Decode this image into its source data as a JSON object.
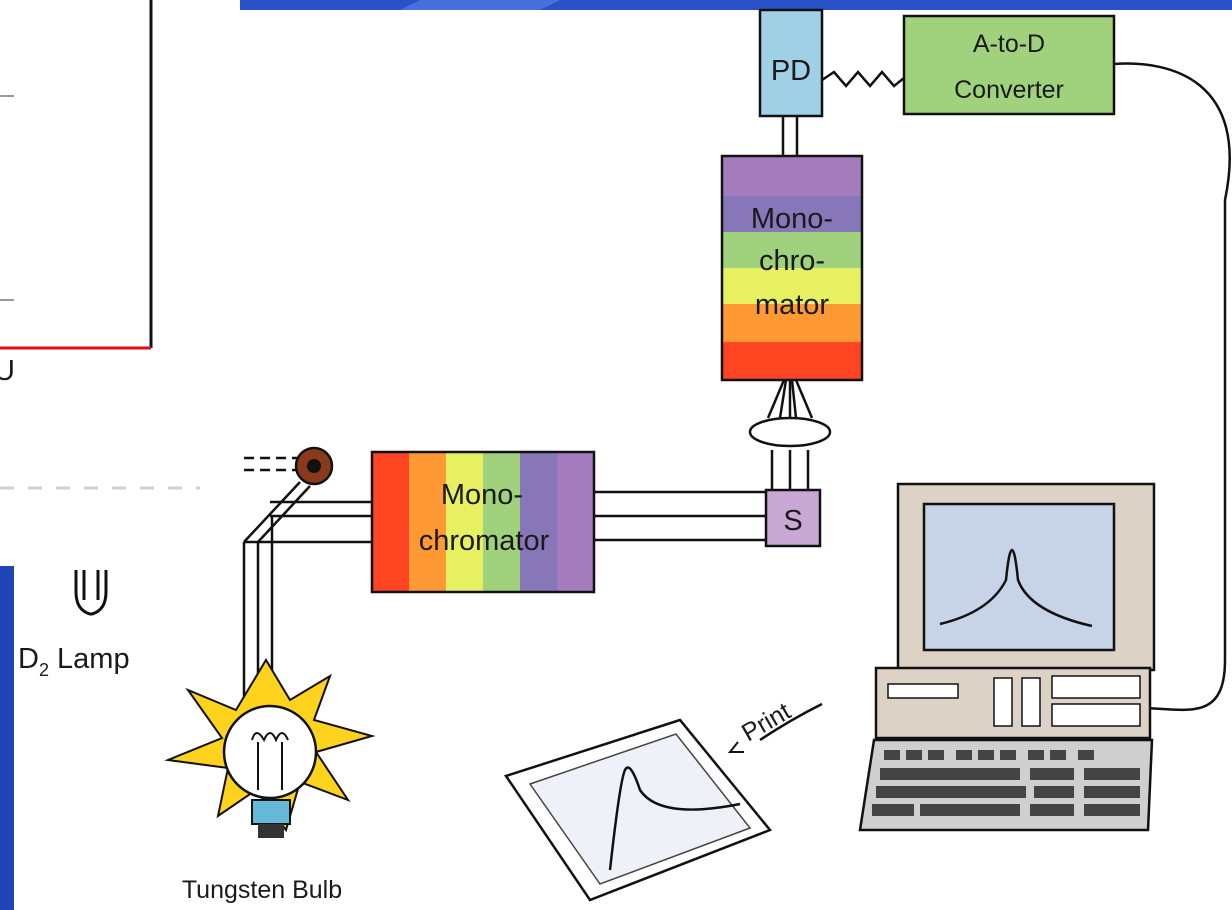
{
  "labels": {
    "pd": "PD",
    "adc_line1": "A-to-D",
    "adc_line2": "Converter",
    "mono_v_line1": "Mono-",
    "mono_v_line2": "chro-",
    "mono_v_line3": "mator",
    "mono_h_line1": "Mono-",
    "mono_h_line2": "chromator",
    "sample": "S",
    "d2_prefix": "D",
    "d2_sub": "2",
    "d2_suffix": " Lamp",
    "tungsten": "Tungsten Bulb",
    "print": "Print",
    "left_axis_fragment": "U"
  },
  "colors": {
    "pd_box": "#9fd0e6",
    "adc_box": "#a0d27e",
    "sample_box": "#c9a8d6",
    "monochromator_bands": [
      "#ff4422",
      "#ff9933",
      "#e6f060",
      "#a0d27e",
      "#8877b8",
      "#a47cbd"
    ],
    "bulb_rays": "#ffd21e",
    "bulb_base": "#66b8d8",
    "slide_banner": "#2a52c8",
    "axis_red": "#e01010",
    "screen": "#c7d3e6",
    "monitor_case": "#ddd2c6"
  }
}
